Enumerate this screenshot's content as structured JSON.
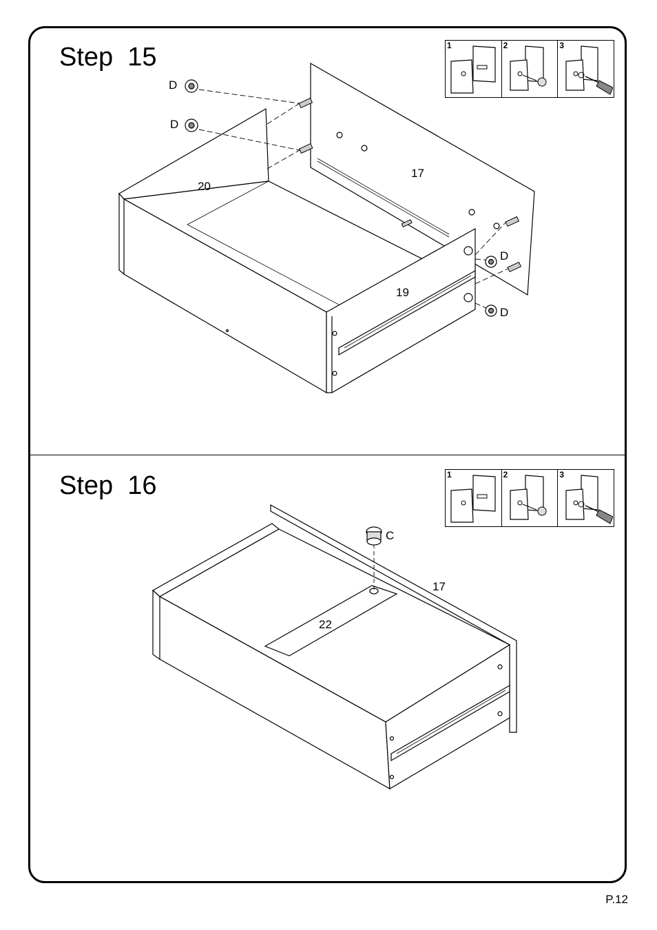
{
  "steps": [
    {
      "title": "Step  15",
      "inset_numbers": [
        "1",
        "2",
        "3"
      ],
      "labels": {
        "d_top_1": "D",
        "d_top_2": "D",
        "part_20": "20",
        "part_17": "17",
        "part_19": "19",
        "d_right_1": "D",
        "d_right_2": "D"
      }
    },
    {
      "title": "Step  16",
      "inset_numbers": [
        "1",
        "2",
        "3"
      ],
      "labels": {
        "fastener_c": "C",
        "part_17": "17",
        "part_22": "22"
      }
    }
  ],
  "page_number": "P.12"
}
